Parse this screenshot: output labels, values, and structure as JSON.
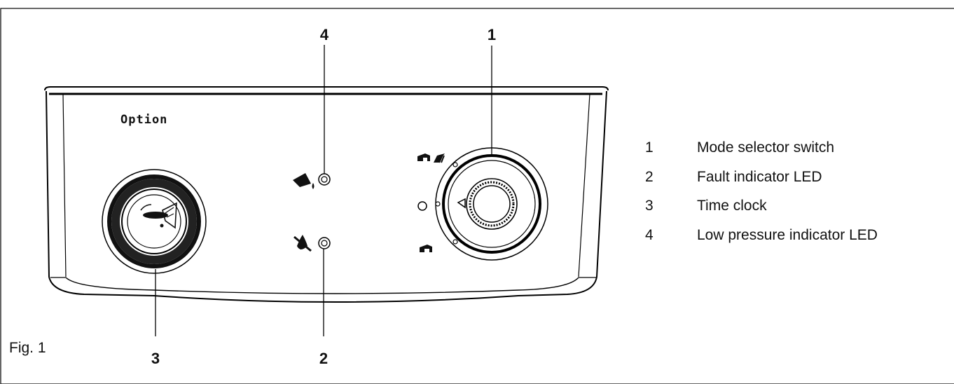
{
  "figure": {
    "caption": "Fig. 1",
    "option_label": "Option",
    "callouts": [
      "1",
      "2",
      "3",
      "4"
    ],
    "legend": [
      {
        "number": "1",
        "text": "Mode selector switch"
      },
      {
        "number": "2",
        "text": "Fault indicator LED"
      },
      {
        "number": "3",
        "text": "Time clock"
      },
      {
        "number": "4",
        "text": "Low pressure indicator LED"
      }
    ]
  },
  "icons": {
    "low_pressure": "water-drop-icon",
    "fault": "no-flame-icon",
    "heating_hotwater": "radiator-tap-icon",
    "off": "off-circle-icon",
    "heating_only": "radiator-icon"
  }
}
